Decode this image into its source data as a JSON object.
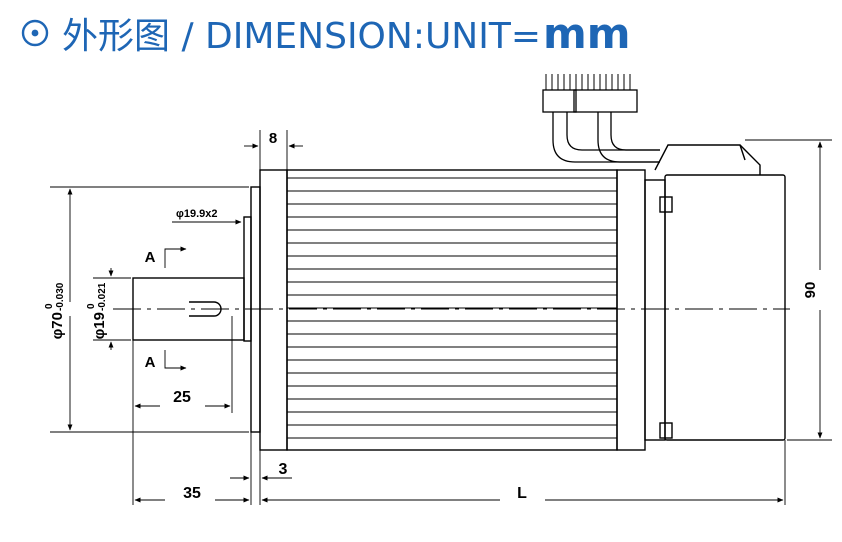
{
  "header": {
    "icon": "circled-dot-icon",
    "title": "外形图 / DIMENSION:UNIT=",
    "unit": "mm",
    "color": "#1e66b5"
  },
  "dimensions": {
    "flange_thickness": "8",
    "pilot_diameter": "φ19.9x2",
    "section_mark": "A",
    "flange_diameter": "φ70",
    "flange_diameter_tol_upper": "0",
    "flange_diameter_tol_lower": "-0.030",
    "shaft_diameter": "φ19",
    "shaft_diameter_tol_upper": "0",
    "shaft_diameter_tol_lower": "-0.021",
    "key_length": "25",
    "shaft_length": "35",
    "pilot_depth": "3",
    "overall_length": "L",
    "height": "90"
  }
}
